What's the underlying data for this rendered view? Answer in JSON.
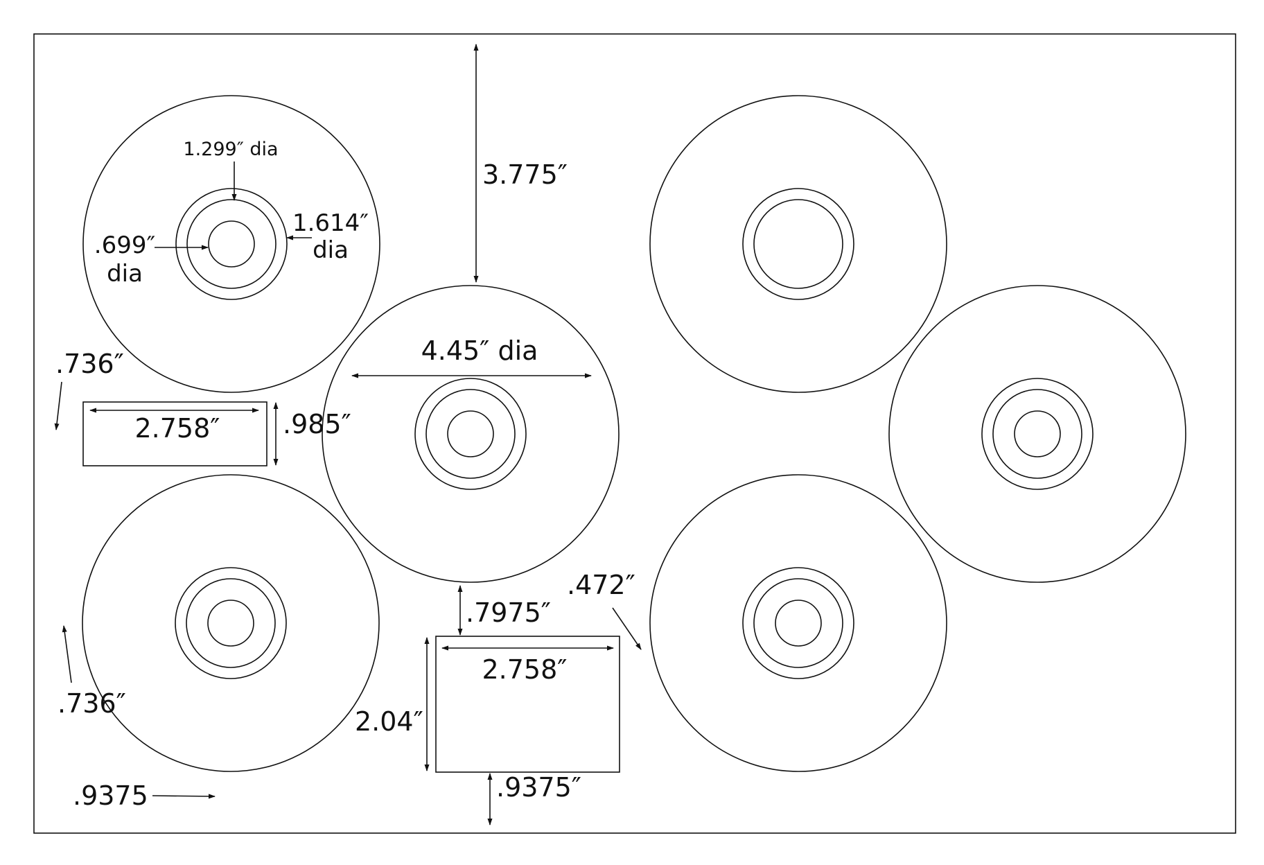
{
  "colors": {
    "ink": "#111111",
    "paper": "#ffffff"
  },
  "labels": {
    "center_hole_dia": "1.299″ dia",
    "ring_dia_value": "1.614″",
    "ring_dia_unit": "dia",
    "hole_dia_value": ".699″",
    "hole_dia_unit": "dia",
    "top_margin": "3.775″",
    "disc_dia": "4.45″ dia",
    "left_offset_top": ".736″",
    "rect_small_width": "2.758″",
    "rect_small_height": ".985″",
    "left_offset_bottom": ".736″",
    "disc_gap": ".7975″",
    "diagonal_gap": ".472″",
    "rect_large_width": "2.758″",
    "rect_large_height": "2.04″",
    "bottom_margin": ".9375″",
    "left_bottom_margin": ".9375"
  }
}
